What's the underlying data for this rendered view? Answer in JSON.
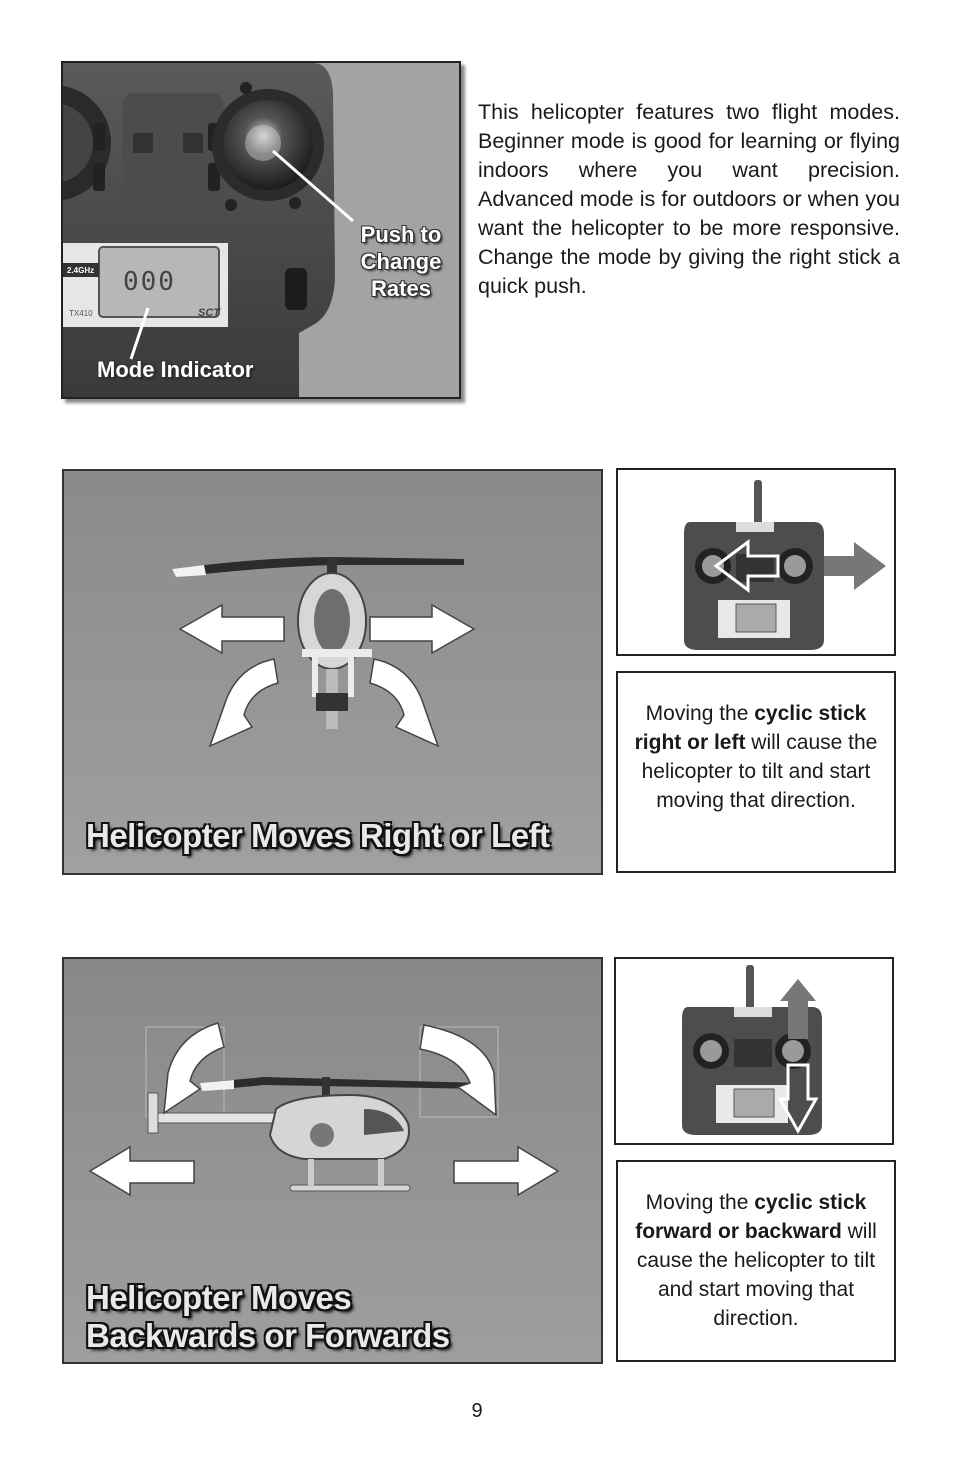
{
  "intro": {
    "text": "This helicopter features two flight modes. Beginner mode is good for learning or flying indoors where you want precision. Advanced mode is for outdoors or when you want the helicopter to be more responsive. Change the mode by giving the right stick a quick push."
  },
  "transmitter_photo": {
    "callout_push": [
      "Push to",
      "Change",
      "Rates"
    ],
    "callout_mode": "Mode Indicator",
    "screen_label": "2.4GHz",
    "model_label": "TX410",
    "lcd_digits": "000",
    "logo_text": "SCT"
  },
  "panel_right_left": {
    "title": "Helicopter Moves Right or Left",
    "caption_pre": "Moving the ",
    "caption_bold": "cyclic stick right or left",
    "caption_post": " will cause the helicopter to tilt and start moving that direction."
  },
  "panel_back_forward": {
    "title_line1": "Helicopter Moves",
    "title_line2": "Backwards or Forwards",
    "caption_pre": "Moving the ",
    "caption_bold": "cyclic stick forward or backward",
    "caption_post": " will cause the helicopter to tilt and start moving that direction."
  },
  "page_number": "9",
  "colors": {
    "photo_bg": "#8d8d8d",
    "arrow_white": "#ffffff",
    "arrow_gray": "#777777",
    "title_text": "#e9e9e9"
  }
}
